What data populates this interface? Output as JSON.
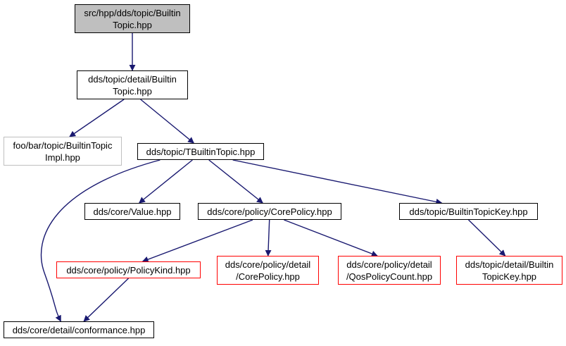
{
  "nodes": [
    {
      "key": "builtin_topic",
      "label": "src/hpp/dds/topic/Builtin\nTopic.hpp",
      "style": "root"
    },
    {
      "key": "detail_builtin_topic",
      "label": "dds/topic/detail/Builtin\nTopic.hpp",
      "style": "normal"
    },
    {
      "key": "builtin_topic_impl",
      "label": "foo/bar/topic/BuiltinTopic\nImpl.hpp",
      "style": "missing"
    },
    {
      "key": "tbuiltin_topic",
      "label": "dds/topic/TBuiltinTopic.hpp",
      "style": "normal"
    },
    {
      "key": "value",
      "label": "dds/core/Value.hpp",
      "style": "normal"
    },
    {
      "key": "core_policy",
      "label": "dds/core/policy/CorePolicy.hpp",
      "style": "normal"
    },
    {
      "key": "builtin_topic_key",
      "label": "dds/topic/BuiltinTopicKey.hpp",
      "style": "normal"
    },
    {
      "key": "policy_kind",
      "label": "dds/core/policy/PolicyKind.hpp",
      "style": "red"
    },
    {
      "key": "detail_core_policy",
      "label": "dds/core/policy/detail\n/CorePolicy.hpp",
      "style": "red"
    },
    {
      "key": "qos_policy_count",
      "label": "dds/core/policy/detail\n/QosPolicyCount.hpp",
      "style": "red"
    },
    {
      "key": "detail_builtin_topic_key",
      "label": "dds/topic/detail/Builtin\nTopicKey.hpp",
      "style": "red"
    },
    {
      "key": "conformance",
      "label": "dds/core/detail/conformance.hpp",
      "style": "normal"
    }
  ],
  "edges": [
    [
      "builtin_topic",
      "detail_builtin_topic"
    ],
    [
      "detail_builtin_topic",
      "builtin_topic_impl"
    ],
    [
      "detail_builtin_topic",
      "tbuiltin_topic"
    ],
    [
      "tbuiltin_topic",
      "value"
    ],
    [
      "tbuiltin_topic",
      "core_policy"
    ],
    [
      "tbuiltin_topic",
      "builtin_topic_key"
    ],
    [
      "tbuiltin_topic",
      "conformance"
    ],
    [
      "core_policy",
      "policy_kind"
    ],
    [
      "core_policy",
      "detail_core_policy"
    ],
    [
      "core_policy",
      "qos_policy_count"
    ],
    [
      "builtin_topic_key",
      "detail_builtin_topic_key"
    ],
    [
      "policy_kind",
      "conformance"
    ]
  ],
  "colors": {
    "edge": "#191970",
    "root_fill": "#bfbfbf",
    "missing_border": "#bfbfbf",
    "red_border": "#ff0000",
    "border": "#000000"
  }
}
